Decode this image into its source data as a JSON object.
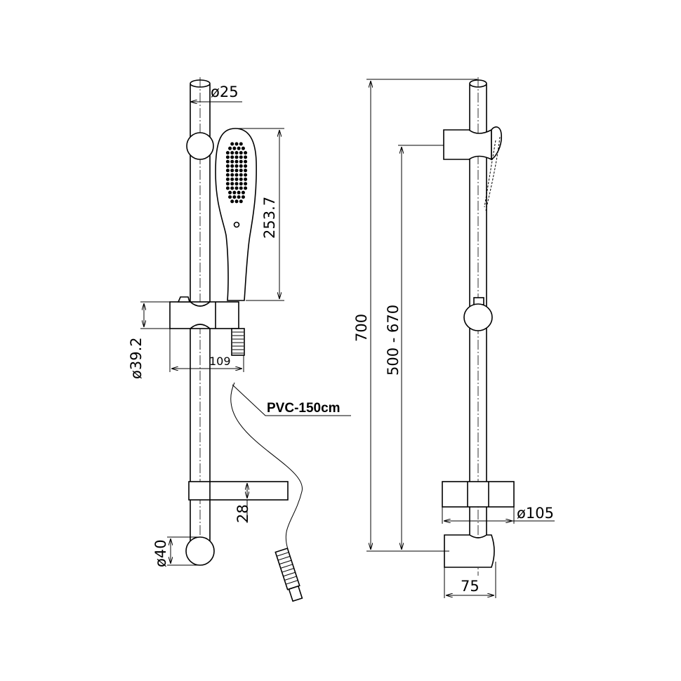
{
  "drawing": {
    "front_view": {
      "rod_diameter": "ø25",
      "handshower_length": "253.7",
      "holder_diameter": "ø39.2",
      "holder_depth": "109",
      "hose_label": "PVC-150cm",
      "soap_dish_height": "28",
      "bracket_diameter": "ø40"
    },
    "side_view": {
      "total_height": "700",
      "adjustable_range": "500 - 670",
      "soap_dish_diameter": "ø105",
      "bracket_depth": "75"
    }
  }
}
